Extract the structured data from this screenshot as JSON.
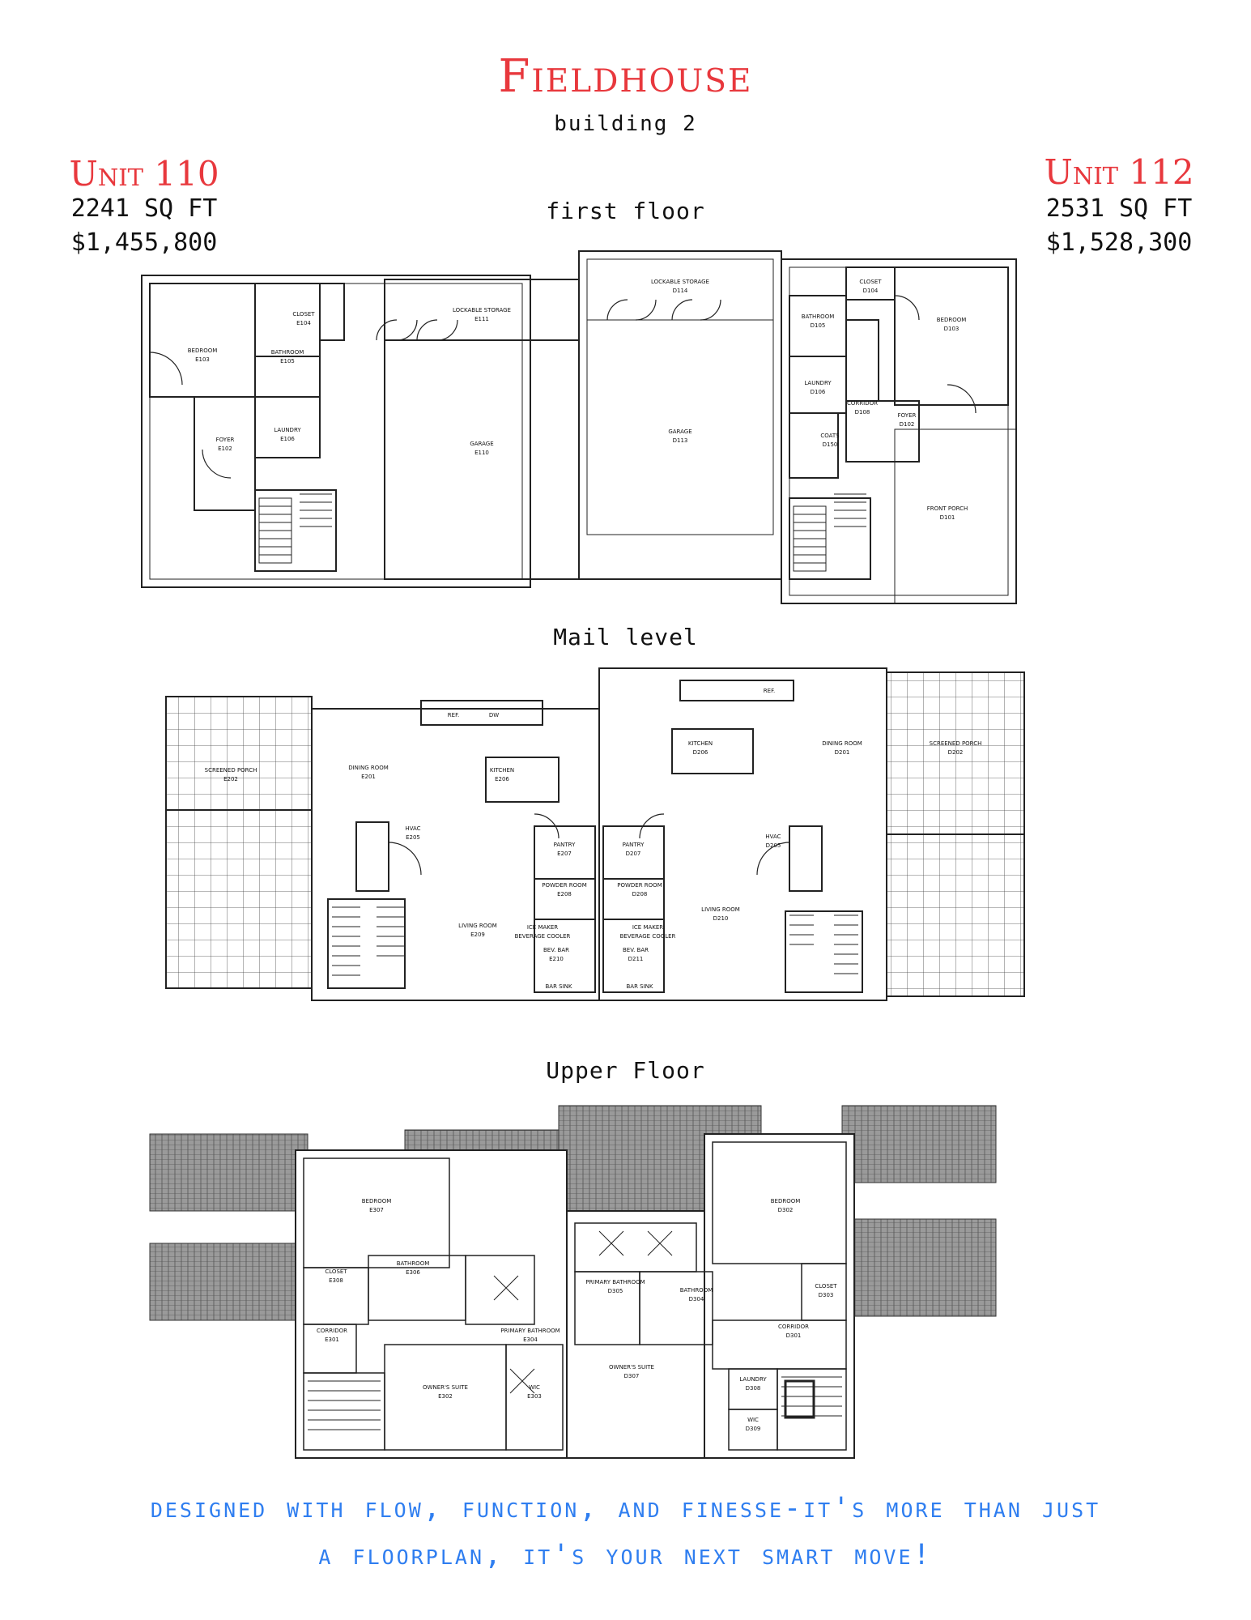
{
  "header": {
    "title": "Fieldhouse",
    "subtitle": "building 2"
  },
  "units": {
    "left": {
      "name": "Unit 110",
      "area": "2241 SQ FT",
      "price": "$1,455,800"
    },
    "right": {
      "name": "Unit  112",
      "area": "2531 SQ FT",
      "price": "$1,528,300"
    }
  },
  "sections": {
    "first": "first floor",
    "main": "Mail level",
    "upper": "Upper Floor"
  },
  "first_floor_rooms": [
    {
      "name": "BEDROOM",
      "code": "E103"
    },
    {
      "name": "CLOSET",
      "code": "E104"
    },
    {
      "name": "BATHROOM",
      "code": "E105"
    },
    {
      "name": "LAUNDRY",
      "code": "E106"
    },
    {
      "name": "FOYER",
      "code": "E102"
    },
    {
      "name": "LOCKABLE STORAGE",
      "code": "E111"
    },
    {
      "name": "GARAGE",
      "code": "E110"
    },
    {
      "name": "LOCKABLE STORAGE",
      "code": "D114"
    },
    {
      "name": "GARAGE",
      "code": "D113"
    },
    {
      "name": "CLOSET",
      "code": "D104"
    },
    {
      "name": "BATHROOM",
      "code": "D105"
    },
    {
      "name": "BEDROOM",
      "code": "D103"
    },
    {
      "name": "LAUNDRY",
      "code": "D106"
    },
    {
      "name": "CORRIDOR",
      "code": "D108"
    },
    {
      "name": "FOYER",
      "code": "D102"
    },
    {
      "name": "COATS",
      "code": "D150"
    },
    {
      "name": "FRONT PORCH",
      "code": "D101"
    }
  ],
  "main_level_rooms": [
    {
      "name": "SCREENED PORCH",
      "code": "E202"
    },
    {
      "name": "DINING ROOM",
      "code": "E201"
    },
    {
      "name": "KITCHEN",
      "code": "E206"
    },
    {
      "name": "HVAC",
      "code": "E205"
    },
    {
      "name": "PANTRY",
      "code": "E207"
    },
    {
      "name": "POWDER ROOM",
      "code": "E208"
    },
    {
      "name": "LIVING ROOM",
      "code": "E209"
    },
    {
      "name": "BEV. BAR",
      "code": "E210"
    },
    {
      "name": "PANTRY",
      "code": "D207"
    },
    {
      "name": "POWDER ROOM",
      "code": "D208"
    },
    {
      "name": "BEV. BAR",
      "code": "D211"
    },
    {
      "name": "KITCHEN",
      "code": "D206"
    },
    {
      "name": "DINING ROOM",
      "code": "D201"
    },
    {
      "name": "SCREENED PORCH",
      "code": "D202"
    },
    {
      "name": "HVAC",
      "code": "D205"
    },
    {
      "name": "LIVING ROOM",
      "code": "D210"
    }
  ],
  "main_level_labels": [
    "REF.",
    "DW",
    "REF.",
    "ICE MAKER",
    "BEVERAGE COOLER",
    "BAR SINK",
    "ICE MAKER",
    "BEVERAGE COOLER",
    "BAR SINK"
  ],
  "upper_floor_rooms": [
    {
      "name": "BEDROOM",
      "code": "E307"
    },
    {
      "name": "CLOSET",
      "code": "E308"
    },
    {
      "name": "BATHROOM",
      "code": "E306"
    },
    {
      "name": "CORRIDOR",
      "code": "E301"
    },
    {
      "name": "PRIMARY BATHROOM",
      "code": "E304"
    },
    {
      "name": "OWNER'S SUITE",
      "code": "E302"
    },
    {
      "name": "WIC",
      "code": "E303"
    },
    {
      "name": "PRIMARY BATHROOM",
      "code": "D305"
    },
    {
      "name": "BATHROOM",
      "code": "D304"
    },
    {
      "name": "BEDROOM",
      "code": "D302"
    },
    {
      "name": "CLOSET",
      "code": "D303"
    },
    {
      "name": "CORRIDOR",
      "code": "D301"
    },
    {
      "name": "OWNER'S SUITE",
      "code": "D307"
    },
    {
      "name": "LAUNDRY",
      "code": "D308"
    },
    {
      "name": "WIC",
      "code": "D309"
    }
  ],
  "tagline": {
    "line1": "designed with flow, function, and finesse-it's more than just",
    "line2": "a floorplan, it's your next smart move!"
  },
  "colors": {
    "accent_red": "#e8383d",
    "accent_blue": "#2f7ef0",
    "line": "#222222",
    "roof": "#8c8c8c"
  }
}
